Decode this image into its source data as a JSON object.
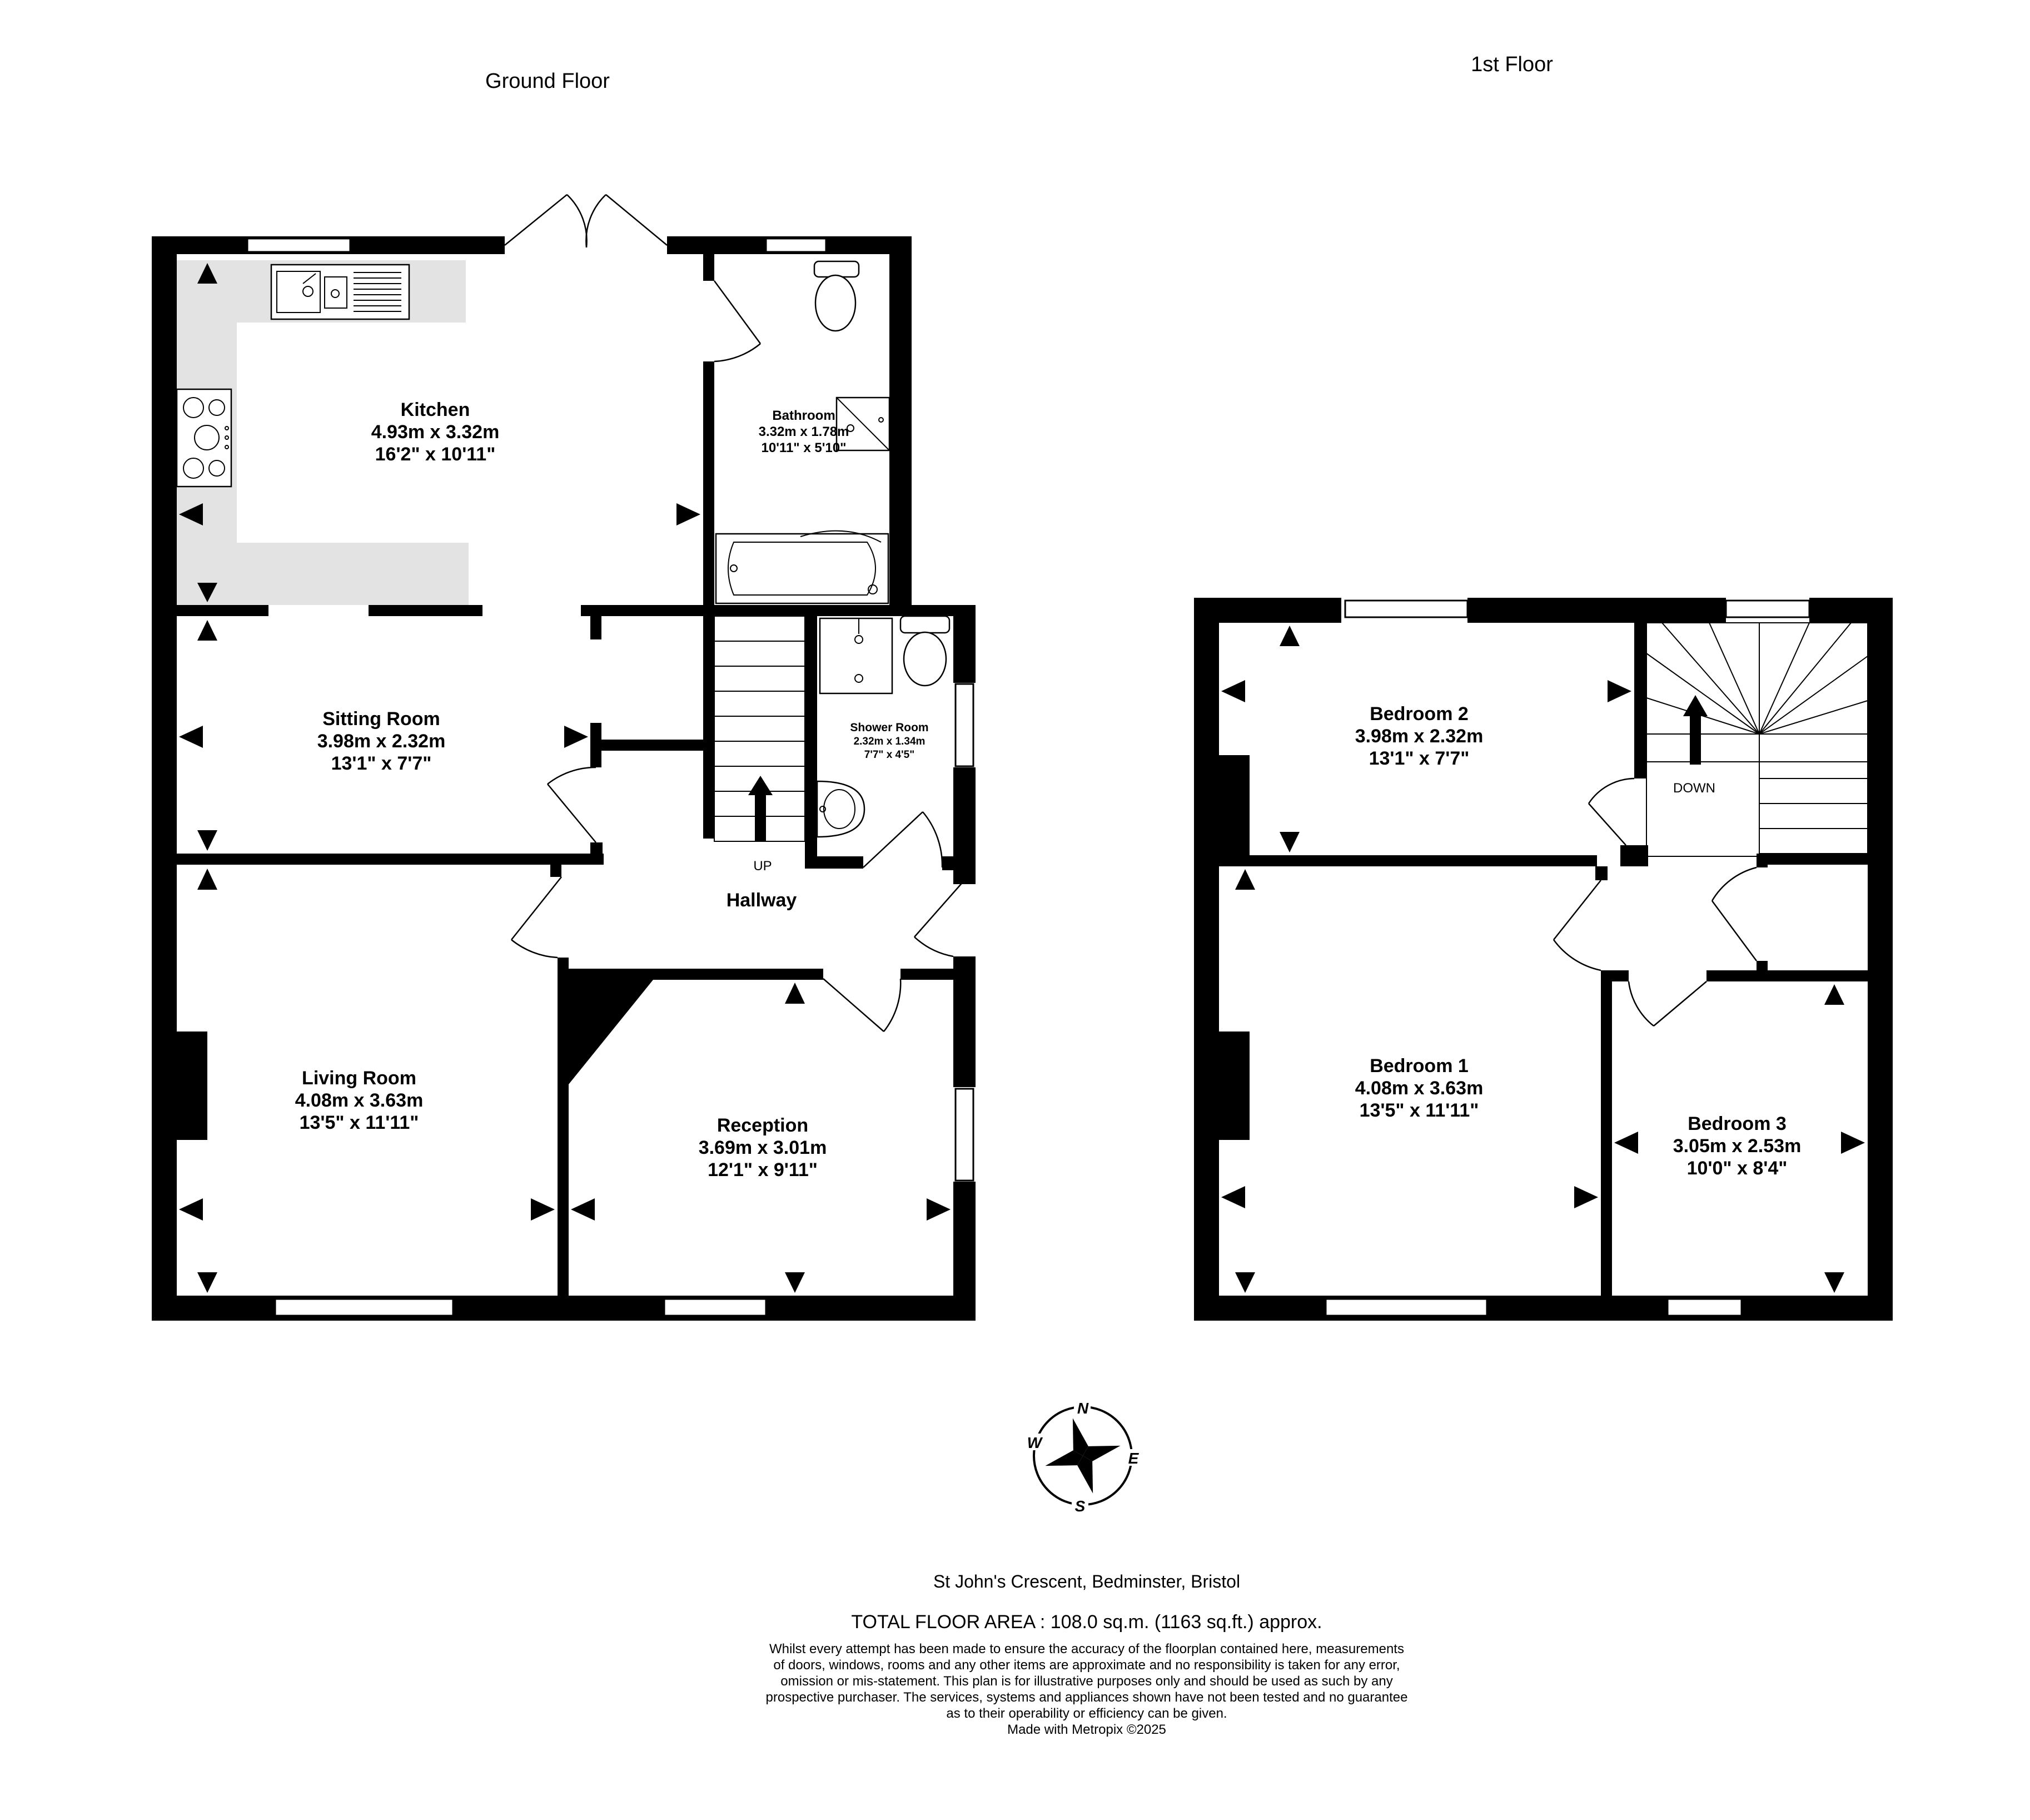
{
  "floors": {
    "ground": {
      "title": "Ground Floor",
      "labels": {
        "up": "UP"
      },
      "rooms": {
        "kitchen": {
          "name": "Kitchen",
          "metric": "4.93m  x 3.32m",
          "imperial": "16'2\"  x 10'11\""
        },
        "bathroom": {
          "name": "Bathroom",
          "metric": "3.32m  x 1.78m",
          "imperial": "10'11\"  x 5'10\""
        },
        "sitting_room": {
          "name": "Sitting Room",
          "metric": "3.98m  x 2.32m",
          "imperial": "13'1\"  x 7'7\""
        },
        "shower_room": {
          "name": "Shower Room",
          "metric": "2.32m  x 1.34m",
          "imperial": "7'7\"  x 4'5\""
        },
        "hallway": {
          "name": "Hallway"
        },
        "living_room": {
          "name": "Living Room",
          "metric": "4.08m  x 3.63m",
          "imperial": "13'5\"  x 11'11\""
        },
        "reception": {
          "name": "Reception",
          "metric": "3.69m  x 3.01m",
          "imperial": "12'1\"  x 9'11\""
        }
      }
    },
    "first": {
      "title": "1st Floor",
      "labels": {
        "down": "DOWN"
      },
      "rooms": {
        "bedroom_2": {
          "name": "Bedroom 2",
          "metric": "3.98m  x 2.32m",
          "imperial": "13'1\"  x 7'7\""
        },
        "bedroom_1": {
          "name": "Bedroom 1",
          "metric": "4.08m  x 3.63m",
          "imperial": "13'5\"  x 11'11\""
        },
        "bedroom_3": {
          "name": "Bedroom 3",
          "metric": "3.05m  x 2.53m",
          "imperial": "10'0\"  x 8'4\""
        }
      }
    }
  },
  "compass": {
    "n": "N",
    "e": "E",
    "s": "S",
    "w": "W"
  },
  "footer": {
    "address": "St John's Crescent, Bedminster, Bristol",
    "total_area": "TOTAL FLOOR AREA : 108.0 sq.m. (1163 sq.ft.) approx.",
    "disclaimer": [
      "Whilst every attempt has been made to ensure the accuracy of the floorplan contained here, measurements",
      "of doors, windows, rooms and any other items are approximate and no responsibility is taken for any error,",
      "omission or mis-statement. This plan is for illustrative purposes only and should be used as such by any",
      "prospective purchaser. The services, systems and appliances shown have not been tested and no guarantee",
      "as to their operability or efficiency can be given."
    ],
    "made_with": "Made with Metropix ©2025"
  }
}
